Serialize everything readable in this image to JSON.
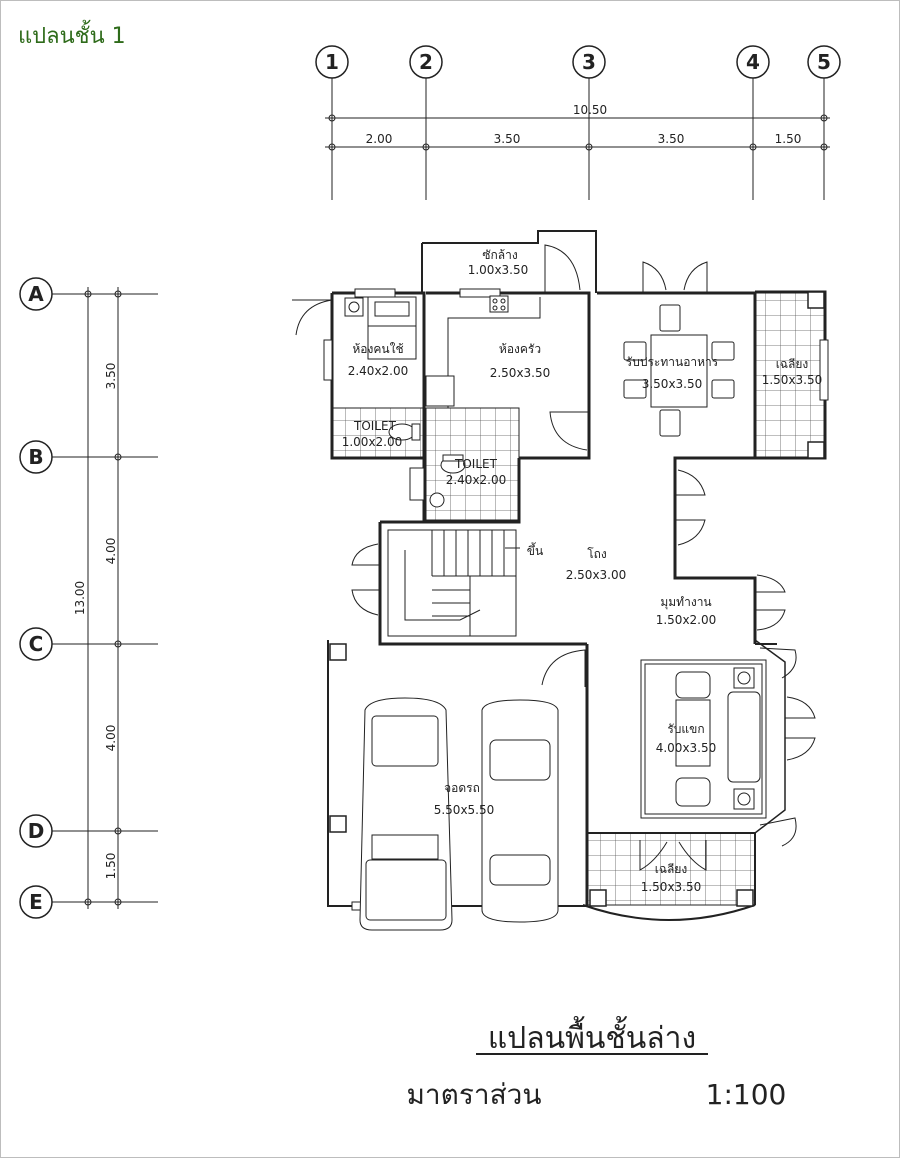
{
  "page": {
    "heading": "แปลนชั้น 1",
    "title": "แปลนพื้นชั้นล่าง",
    "scale_label": "มาตราส่วน",
    "scale_value": "1:100"
  },
  "colors": {
    "heading": "#2e6b1a",
    "line": "#222222",
    "tile": "#555555"
  },
  "grid": {
    "columns": [
      "1",
      "2",
      "3",
      "4",
      "5"
    ],
    "rows": [
      "A",
      "B",
      "C",
      "D",
      "E"
    ]
  },
  "dimensions": {
    "top_total": "10.50",
    "top_segments": [
      "2.00",
      "3.50",
      "3.50",
      "1.50"
    ],
    "left_total": "13.00",
    "left_segments": [
      "3.50",
      "4.00",
      "4.00",
      "1.50"
    ]
  },
  "rooms": {
    "laundry": {
      "name": "ซักล้าง",
      "size": "1.00x3.50"
    },
    "maid": {
      "name": "ห้องคนใช้",
      "size": "2.40x2.00"
    },
    "kitchen": {
      "name": "ห้องครัว",
      "size": "2.50x3.50"
    },
    "dining": {
      "name": "รับประทานอาหาร",
      "size": "3.50x3.50"
    },
    "terrace_top": {
      "name": "เฉลียง",
      "size": "1.50x3.50"
    },
    "toilet1": {
      "name": "TOILET",
      "size": "1.00x2.00"
    },
    "toilet2": {
      "name": "TOILET",
      "size": "2.40x2.00"
    },
    "hall": {
      "name": "โถง",
      "size": "2.50x3.00"
    },
    "up": {
      "name": "ขึ้น"
    },
    "work": {
      "name": "มุมทำงาน",
      "size": "1.50x2.00"
    },
    "living": {
      "name": "รับแขก",
      "size": "4.00x3.50"
    },
    "garage": {
      "name": "จอดรถ",
      "size": "5.50x5.50"
    },
    "terrace_bottom": {
      "name": "เฉลียง",
      "size": "1.50x3.50"
    }
  }
}
